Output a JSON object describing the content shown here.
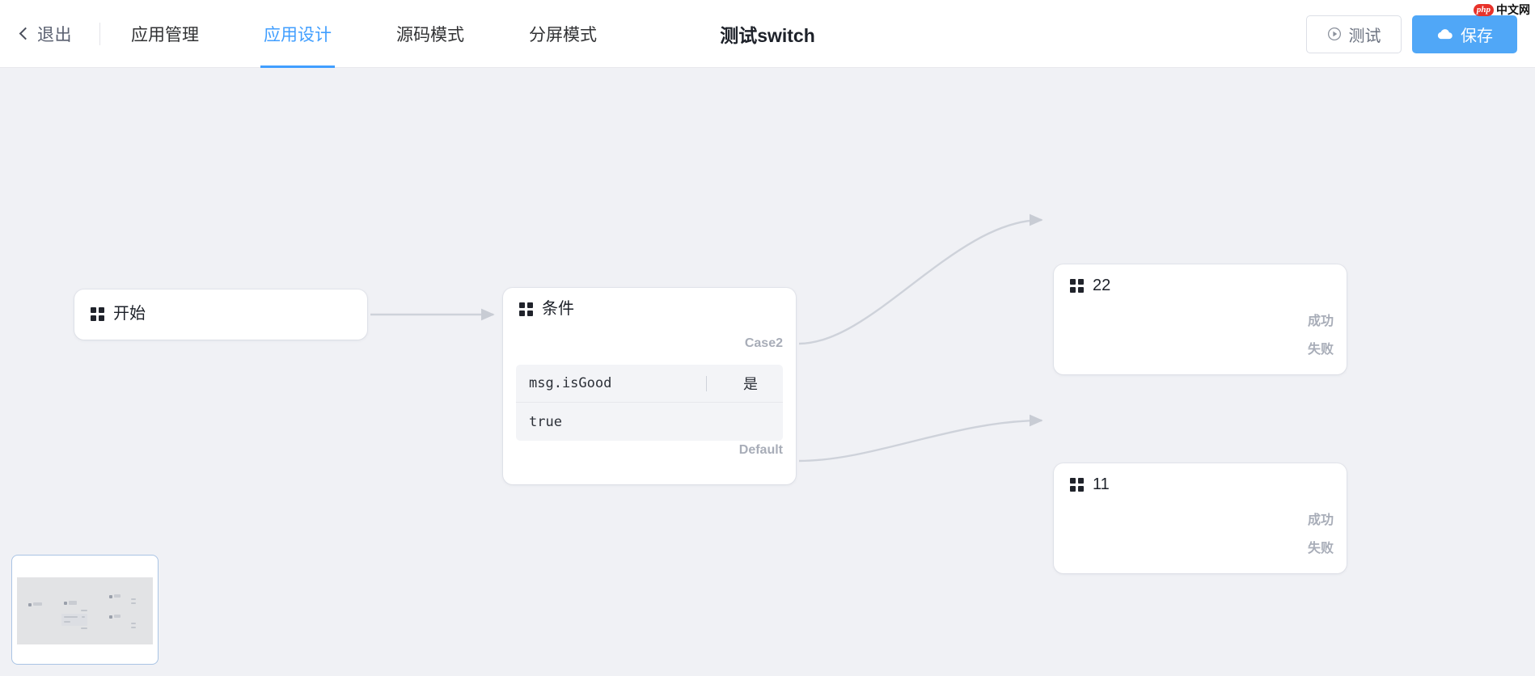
{
  "header": {
    "exit_label": "退出",
    "back_icon": "chevron-left-icon",
    "tabs": [
      {
        "label": "应用管理",
        "active": false
      },
      {
        "label": "应用设计",
        "active": true
      },
      {
        "label": "源码模式",
        "active": false
      },
      {
        "label": "分屏模式",
        "active": false
      }
    ],
    "document_title": "测试switch",
    "actions": {
      "test_label": "测试",
      "test_icon": "play-circle-icon",
      "save_label": "保存",
      "save_icon": "cloud-upload-icon"
    }
  },
  "watermark": {
    "badge": "php",
    "text": "中文网"
  },
  "colors": {
    "accent": "#409eff",
    "save_button": "#50a7f7",
    "canvas_background": "#f0f1f5",
    "node_background": "#ffffff",
    "edge": "#ced2da",
    "port_label": "#a8adb8",
    "watermark_badge": "#e8322a"
  },
  "flow": {
    "nodes": [
      {
        "id": "start",
        "title": "开始",
        "icon": "grid-2x2-icon",
        "ports": []
      },
      {
        "id": "condition",
        "title": "条件",
        "icon": "grid-2x2-icon",
        "ports": [
          "Case2",
          "Default"
        ],
        "condition": {
          "key": "msg.isGood",
          "operator": "是",
          "value": "true"
        }
      },
      {
        "id": "node22",
        "title": "22",
        "icon": "grid-2x2-icon",
        "ports": [
          "成功",
          "失败"
        ]
      },
      {
        "id": "node11",
        "title": "11",
        "icon": "grid-2x2-icon",
        "ports": [
          "成功",
          "失败"
        ]
      }
    ],
    "edges": [
      {
        "from": "start",
        "to": "condition",
        "from_port": "",
        "shape": "straight"
      },
      {
        "from": "condition",
        "to": "node22",
        "from_port": "Case2",
        "shape": "bezier"
      },
      {
        "from": "condition",
        "to": "node11",
        "from_port": "Default",
        "shape": "bezier"
      }
    ]
  },
  "minimap": {
    "name": "flow-minimap"
  }
}
